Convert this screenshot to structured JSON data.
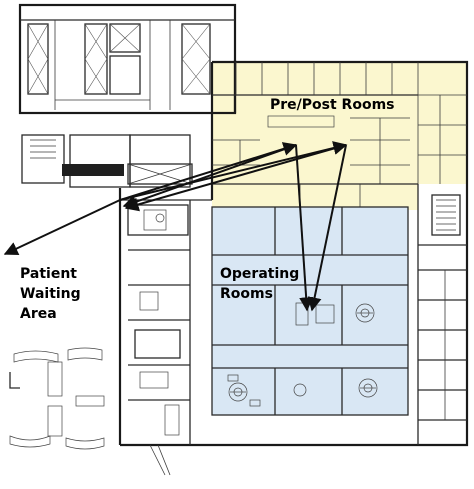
{
  "labels": {
    "pre_post_rooms": "Pre/Post Rooms",
    "operating_rooms": [
      "Operating",
      "Rooms"
    ],
    "patient_waiting_area": [
      "Patient",
      "Waiting",
      "Area"
    ]
  },
  "colors": {
    "pre_post_zone": "#fbf7cf",
    "operating_zone": "#d9e7f4",
    "walls": "#2a2a2a",
    "arrows": "#111111"
  }
}
